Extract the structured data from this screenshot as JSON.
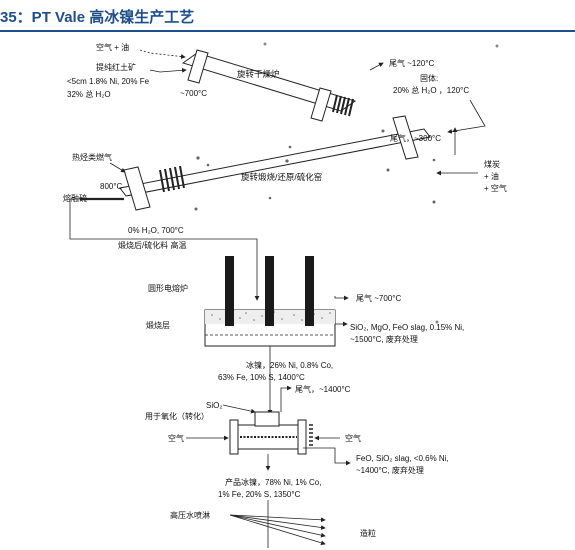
{
  "header": {
    "title": "35：PT Vale 高冰镍生产工艺",
    "accent_color": "#1f4e8c"
  },
  "diagram": {
    "dryer": {
      "in_fuel": "空气 + 油",
      "in_ore_1": "提纯红土矿",
      "in_ore_2": "<5cm  1.8% Ni, 20% Fe",
      "in_ore_3": "32% 总 H₂O",
      "label": "旋转干燥炉",
      "temp_in": "~700°C",
      "exhaust": "尾气  ~120°C",
      "out_1": "固体:",
      "out_2": "20% 总 H₂O ，120°C"
    },
    "kiln": {
      "in_gas": "热烃类燃气",
      "in_sulfur": "熔融硫",
      "temp": "800°C",
      "label": "旋转煅烧/还原/硫化窑",
      "exhaust": "尾气，~300°C",
      "in_right_1": "煤炭",
      "in_right_2": "+ 油",
      "in_right_3": "+ 空气",
      "out_1": "0% H₂O, 700°C",
      "out_2": "煅烧后/硫化料 高温"
    },
    "furnace": {
      "label": "圆形电熔炉",
      "layer": "煅烧层",
      "exhaust": "尾气  ~700°C",
      "slag_1": "SiO₂, MgO, FeO slag, 0.15% Ni,",
      "slag_2": "~1500°C,  废弃处理",
      "matte_1": "冰镍，26% Ni, 0.8% Co,",
      "matte_2": "63% Fe, 10% S, 1400°C"
    },
    "converter": {
      "label": "用于氧化（转化）",
      "sio2": "SiO₂",
      "exhaust": "尾气，~1400°C",
      "air_left": "空气",
      "air_right": "空气",
      "slag_1": "FeO, SiO₂ slag, <0.6% Ni,",
      "slag_2": "~1400°C,  废弃处理"
    },
    "product": {
      "line_1": "产品冰镍，78% Ni, 1% Co,",
      "line_2": "1% Fe, 20% S, 1350°C",
      "spray": "高压水喷淋",
      "granule": "造粒"
    }
  }
}
